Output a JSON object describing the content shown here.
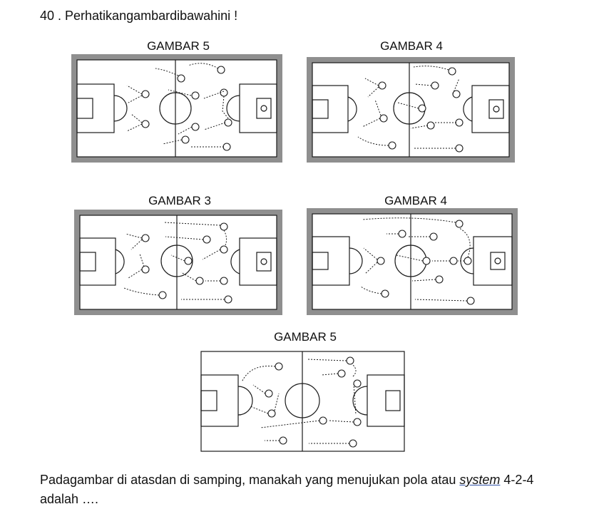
{
  "question": {
    "number_text": "40 . Perhatikangambardibawahini !"
  },
  "figures": [
    {
      "title": "GAMBAR  5"
    },
    {
      "title": "GAMBAR 4"
    },
    {
      "title": "GAMBAR 3"
    },
    {
      "title": "GAMBAR  4"
    },
    {
      "title": "GAMBAR 5"
    }
  ],
  "answer": {
    "before": "Padagambar di atasdan di samping, manakah yang menujukan pola atau ",
    "system_word": "system",
    "after": "  4-2-4",
    "line2": "adalah …."
  },
  "colors": {
    "frame": "#8f8f8f",
    "line": "#1a1a1a",
    "field": "#ffffff"
  }
}
